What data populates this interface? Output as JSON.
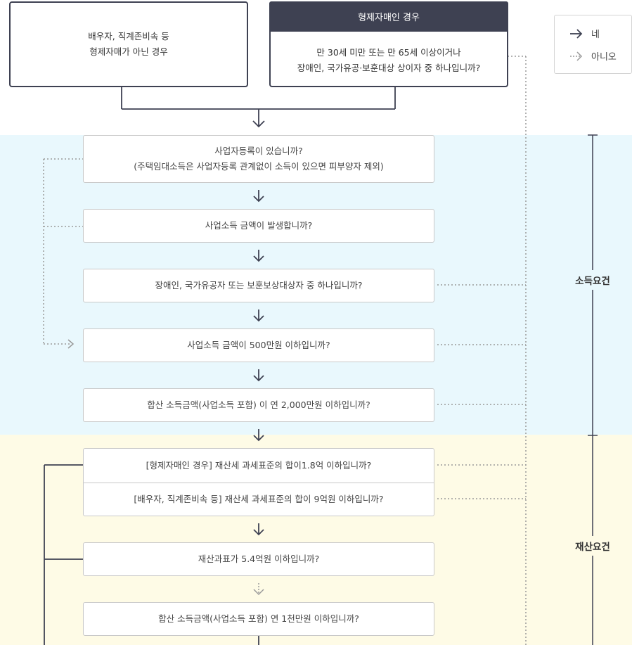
{
  "top": {
    "spouse_box": {
      "line1": "배우자, 직계존비속 등",
      "line2": "형제자매가 아닌 경우"
    },
    "sibling_box": {
      "header": "형제자매인 경우",
      "line1": "만 30세 미만 또는 만 65세 이상이거나",
      "line2": "장애인, 국가유공·보훈대상 상이자 중 하나입니까?"
    }
  },
  "legend": {
    "yes_label": "네",
    "no_label": "아니오"
  },
  "sections": {
    "income": "소득요건",
    "asset": "재산요건"
  },
  "questions": {
    "q1_line1": "사업자등록이 있습니까?",
    "q1_line2": "(주택임대소득은 사업자등록 관계없이 소득이 있으면 피부양자 제외)",
    "q2": "사업소득 금액이 발생합니까?",
    "q3": "장애인, 국가유공자 또는 보훈보상대상자 중 하나입니까?",
    "q4": "사업소득 금액이 500만원 이하입니까?",
    "q5": "합산 소득금액(사업소득 포함) 이 연 2,000만원 이하입니까?",
    "q6a": "[형제자매인 경우] 재산세 과세표준의 합이1.8억 이하입니까?",
    "q6b": "[배우자, 직계존비속 등] 재산세 과세표준의 합이 9억원 이하입니까?",
    "q7": "재산과표가 5.4억원 이하입니까?",
    "q8": "합산 소득금액(사업소득 포함) 연 1천만원 이하입니까?"
  },
  "colors": {
    "dark": "#3e4152",
    "income_band": "#e9f8fd",
    "asset_band": "#fefbe6",
    "dotted": "#9a9a9a"
  }
}
